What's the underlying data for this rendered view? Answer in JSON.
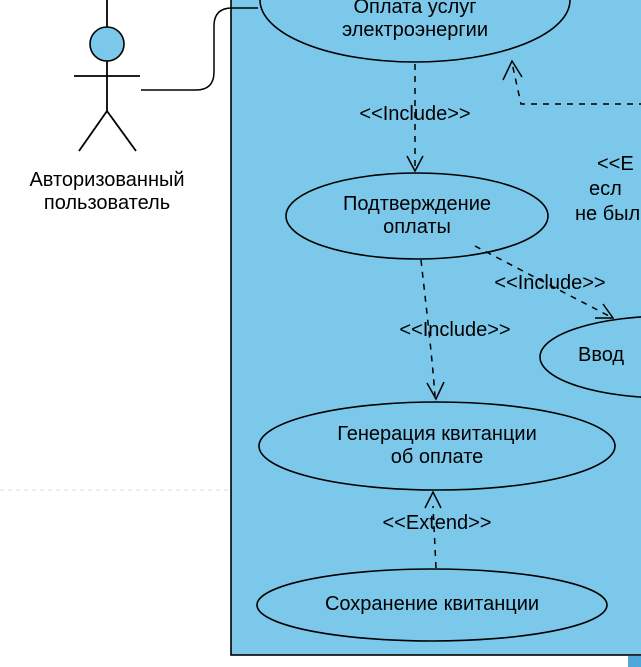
{
  "colors": {
    "system_fill": "#7CC8EA",
    "actor_head_fill": "#7CC8EA",
    "corner_fill": "#4FA8DB"
  },
  "actor": {
    "name_line1": "Авторизованный",
    "name_line2": "пользователь"
  },
  "use_cases": {
    "pay_line1": "Оплата услуг",
    "pay_line2": "электроэнергии",
    "confirm_line1": "Подтверждение",
    "confirm_line2": "оплаты",
    "input_text": "Ввод",
    "receipt_line1": "Генерация квитанции",
    "receipt_line2": "об оплате",
    "save_text": "Сохранение квитанции"
  },
  "edge_labels": {
    "include_top": "<<Include>>",
    "include_right": "<<Include>>",
    "include_mid": "<<Include>>",
    "extend": "<<Extend>>"
  },
  "note": {
    "line1": "<<E",
    "line2": "есл",
    "line3": "не был"
  }
}
